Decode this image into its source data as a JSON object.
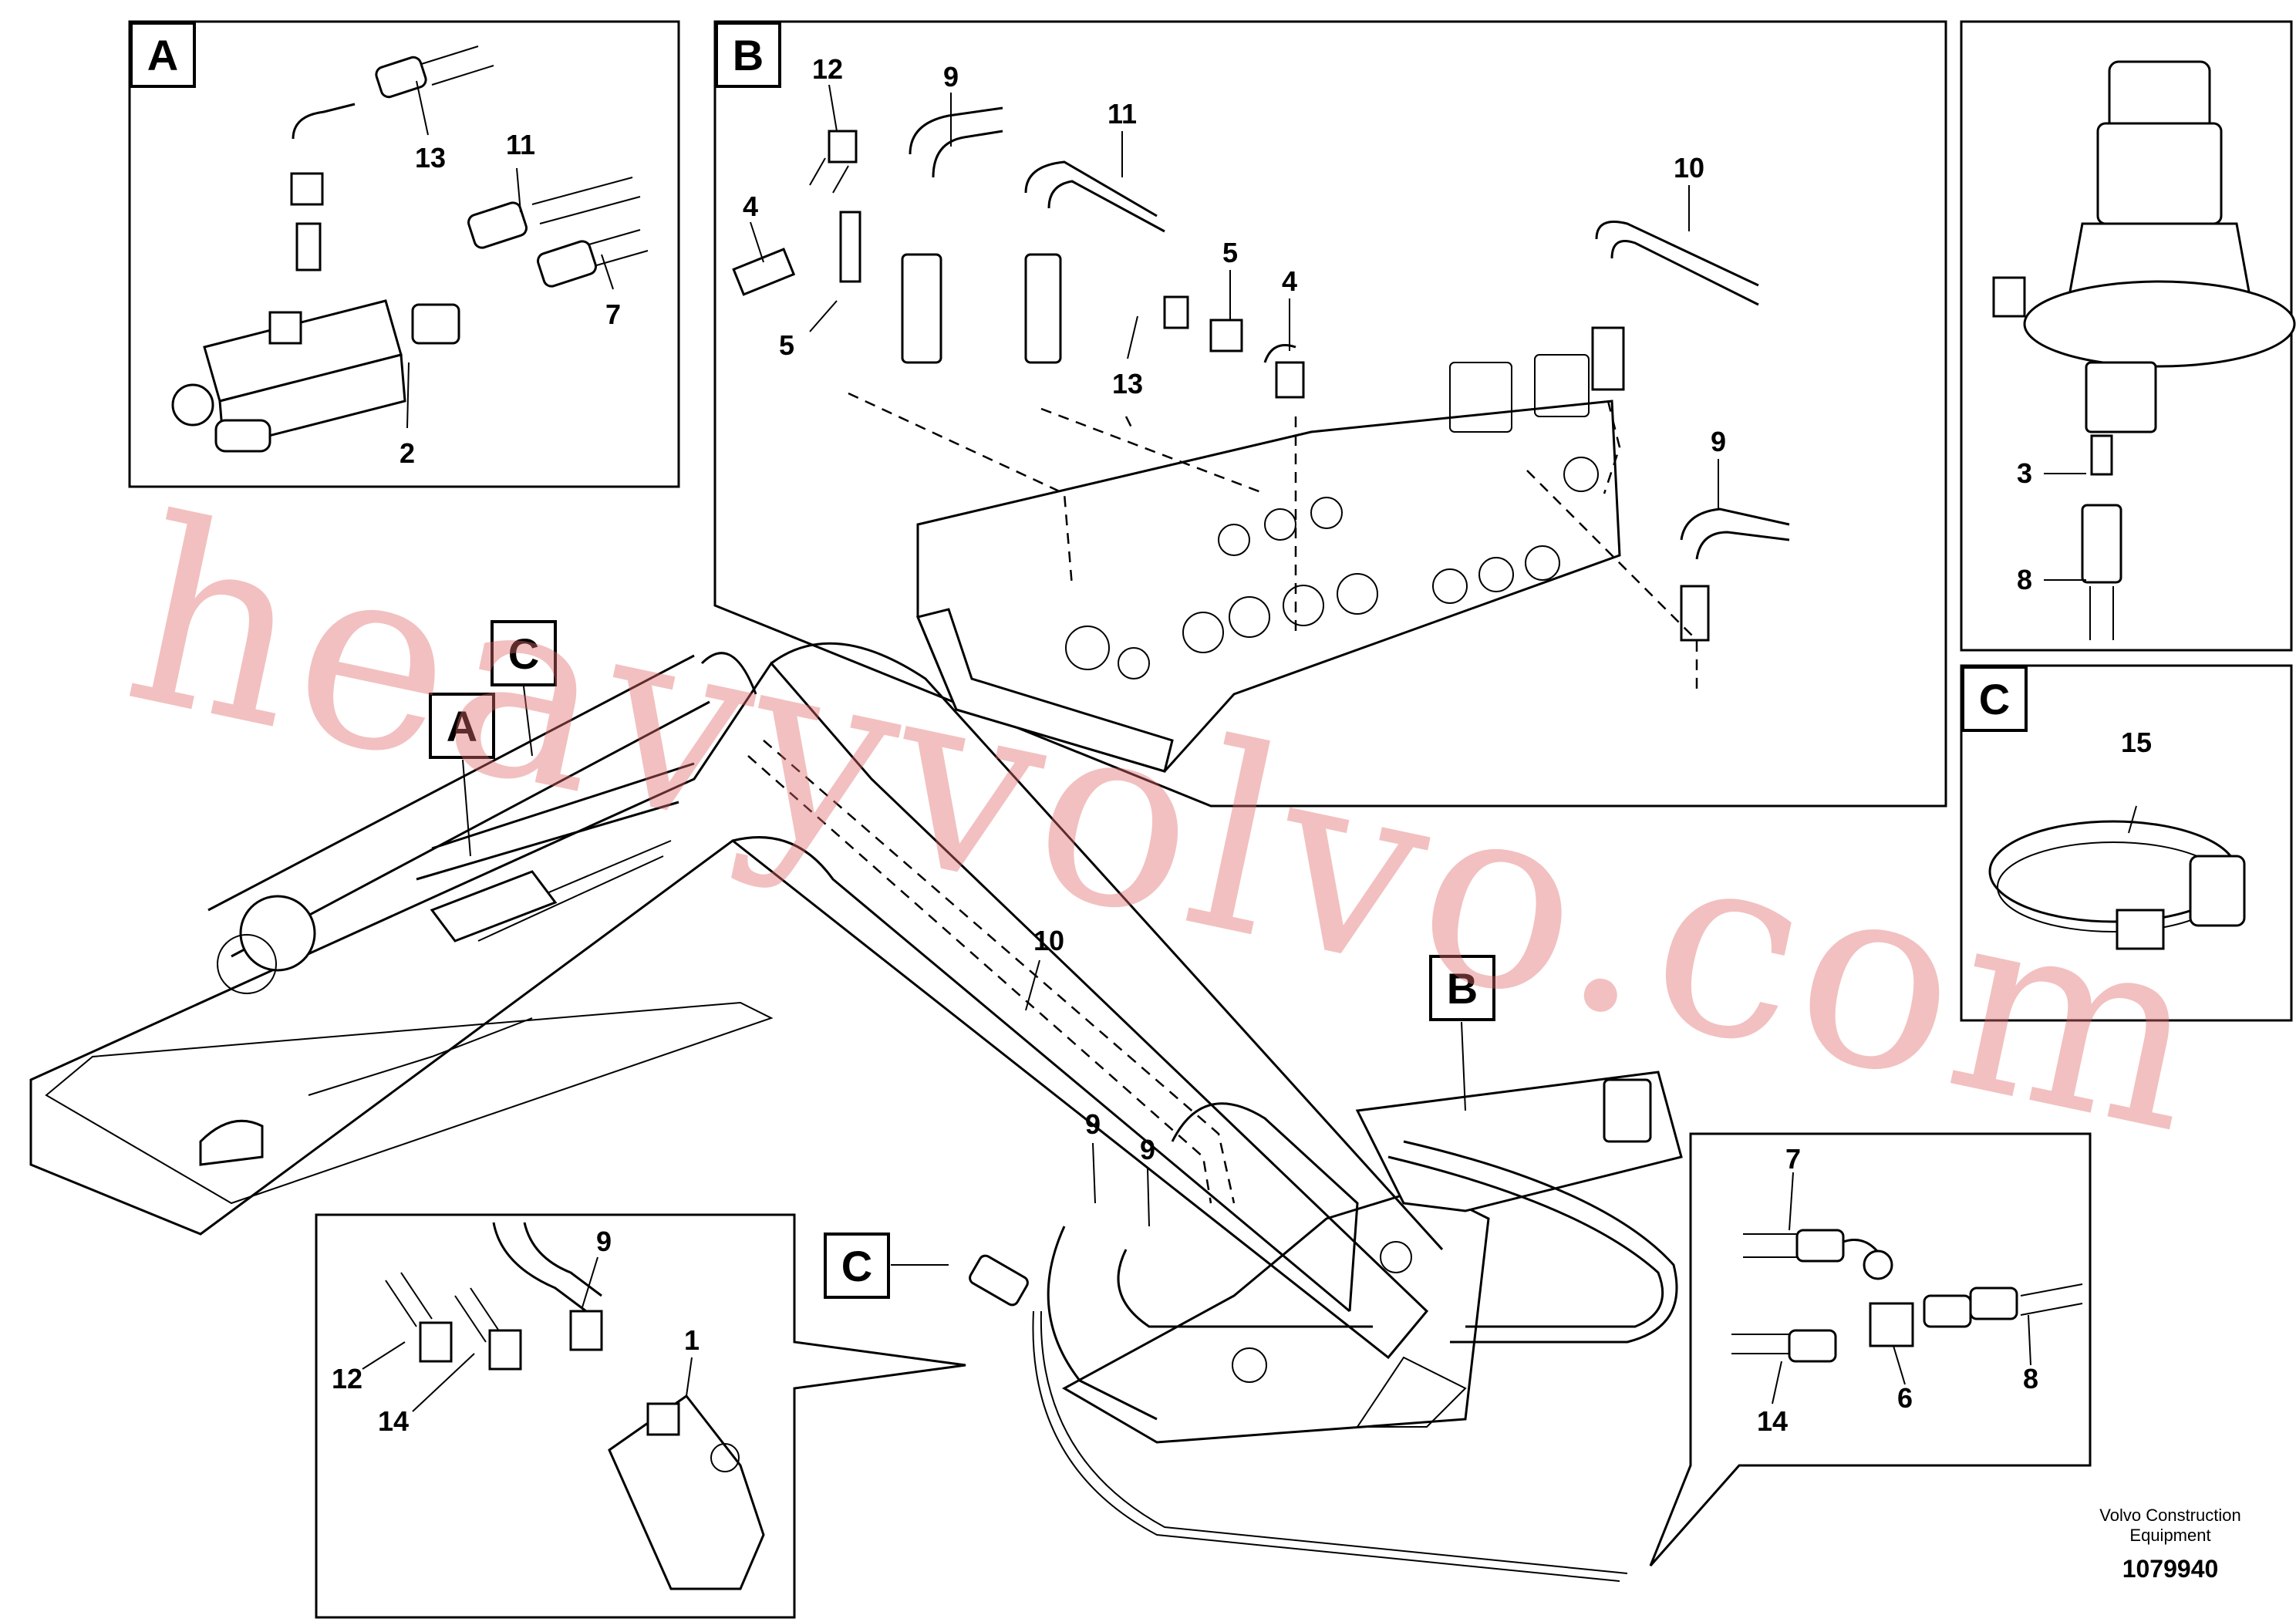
{
  "diagram": {
    "boxes": {
      "a": "A",
      "b": "B",
      "c_valve": "C",
      "c_clamp": "C"
    },
    "callouts_main": {
      "a": "A",
      "b": "B",
      "c_top": "C",
      "c_mid": "C"
    },
    "detail_a": [
      "13",
      "11",
      "7",
      "2"
    ],
    "detail_b": [
      "12",
      "9",
      "11",
      "10",
      "4",
      "5",
      "5",
      "4",
      "13",
      "9"
    ],
    "detail_valve": [
      "3",
      "8"
    ],
    "detail_clamp": [
      "15"
    ],
    "detail_bottom_left": [
      "9",
      "1",
      "12",
      "14"
    ],
    "detail_bottom_right": [
      "7",
      "6",
      "8",
      "14"
    ],
    "main_labels": [
      "10",
      "9",
      "9"
    ],
    "footer": {
      "line1": "Volvo Construction",
      "line2": "Equipment",
      "number": "1079940"
    },
    "watermark": "heavyvolvo.com"
  }
}
